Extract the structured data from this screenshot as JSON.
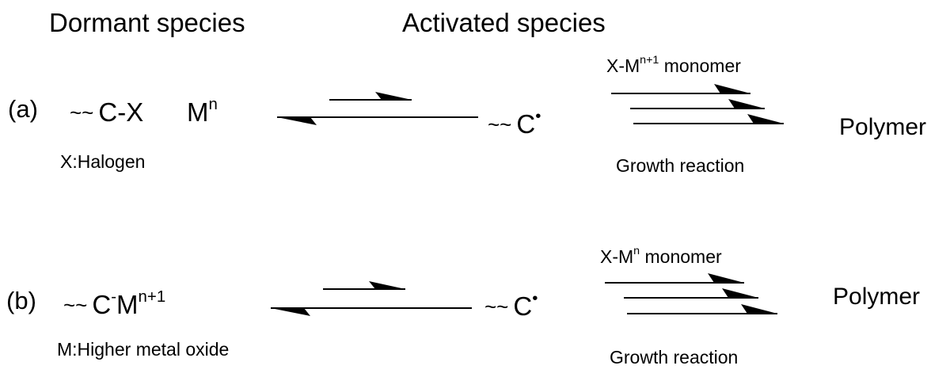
{
  "headers": {
    "dormant": "Dormant species",
    "activated": "Activated species"
  },
  "row_a": {
    "label": "(a)",
    "wavy": "~~",
    "dormant": "C-X",
    "metal_base": "M",
    "metal_sup": "n",
    "note": "X:Halogen",
    "active_wavy": "~~",
    "active": "C",
    "radical": "•",
    "catalyst_base": "X-M",
    "catalyst_sup": "n+1",
    "catalyst_rest": " monomer",
    "growth": "Growth reaction",
    "product": "Polymer"
  },
  "row_b": {
    "label": "(b)",
    "wavy": "~~",
    "dormant_base": "C",
    "dormant_sup": "-",
    "metal_base": "M",
    "metal_sup": "n+1",
    "note": "M:Higher metal oxide",
    "active_wavy": "~~",
    "active": "C",
    "radical": "•",
    "catalyst_base": "X-M",
    "catalyst_sup": "n",
    "catalyst_rest": " monomer",
    "growth": "Growth reaction",
    "product": "Polymer"
  }
}
